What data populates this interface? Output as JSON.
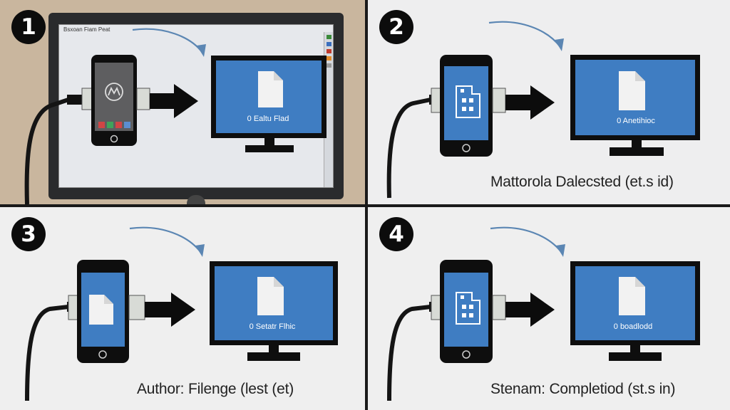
{
  "colors": {
    "screen_blue": "#3f7dc2",
    "arrow_blue": "#5b86b3",
    "frame": "#0e0e0e"
  },
  "panels": [
    {
      "step": "1",
      "window_title": "Bsxoan Fiam Peat",
      "file_label": "0 Ealtu Flad",
      "caption": "",
      "phone_content": "motorola-logo-icon"
    },
    {
      "step": "2",
      "file_label": "0 Anetihioc",
      "caption": "Mattorola Dalecsted (et.s id)",
      "phone_content": "sd-card-icon"
    },
    {
      "step": "3",
      "file_label": "0 Setatr Flhic",
      "caption": "Author: Filenge (lest (et)",
      "phone_content": "document-icon"
    },
    {
      "step": "4",
      "file_label": "0 boadlodd",
      "caption": "Stenam: Completiod (st.s in)",
      "phone_content": "sd-card-icon"
    }
  ]
}
